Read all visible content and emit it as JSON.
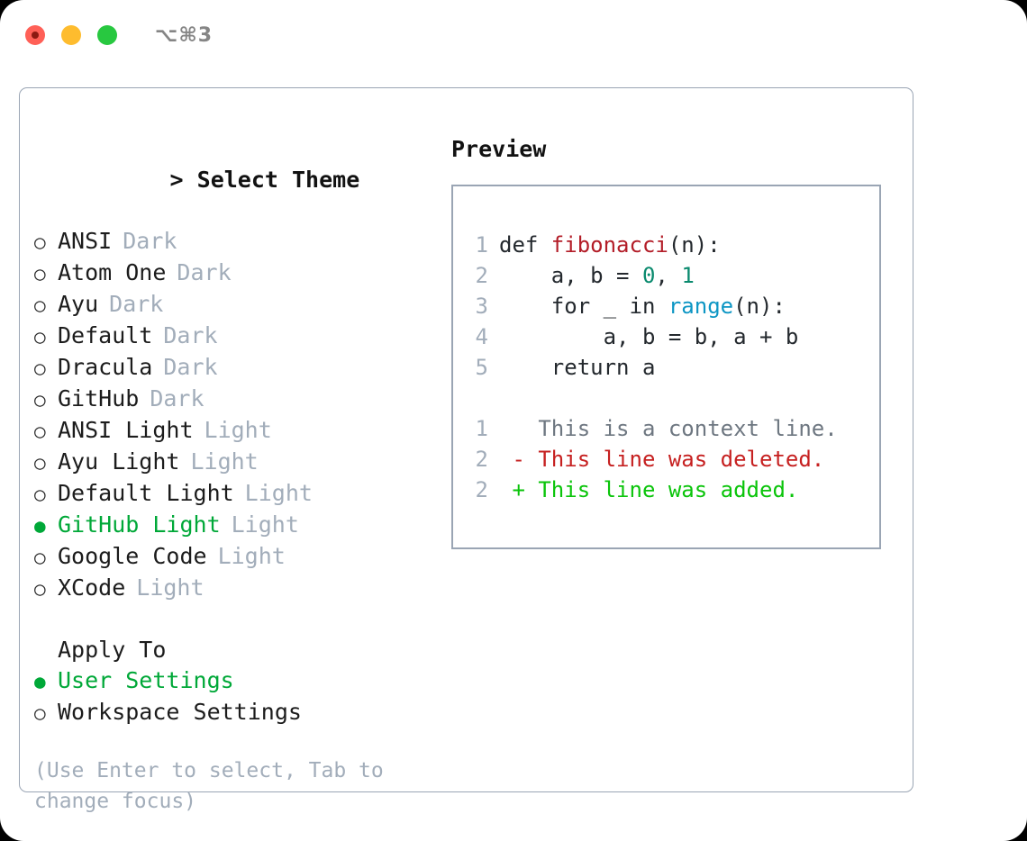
{
  "window": {
    "traffic_lights": [
      "close",
      "minimize",
      "zoom"
    ],
    "shortcut": "⌥⌘3"
  },
  "theme_panel": {
    "title": "> Select Theme",
    "caret": ">",
    "title_text": "Select Theme",
    "marker_off": "○",
    "marker_on": "●",
    "items": [
      {
        "label": "ANSI",
        "tag": "Dark",
        "selected": false
      },
      {
        "label": "Atom One",
        "tag": "Dark",
        "selected": false
      },
      {
        "label": "Ayu",
        "tag": "Dark",
        "selected": false
      },
      {
        "label": "Default",
        "tag": "Dark",
        "selected": false
      },
      {
        "label": "Dracula",
        "tag": "Dark",
        "selected": false
      },
      {
        "label": "GitHub",
        "tag": "Dark",
        "selected": false
      },
      {
        "label": "ANSI Light",
        "tag": "Light",
        "selected": false
      },
      {
        "label": "Ayu Light",
        "tag": "Light",
        "selected": false
      },
      {
        "label": "Default Light",
        "tag": "Light",
        "selected": false
      },
      {
        "label": "GitHub Light",
        "tag": "Light",
        "selected": true
      },
      {
        "label": "Google Code",
        "tag": "Light",
        "selected": false
      },
      {
        "label": "XCode",
        "tag": "Light",
        "selected": false
      }
    ]
  },
  "apply_to": {
    "title": "Apply To",
    "items": [
      {
        "label": "User Settings",
        "selected": true
      },
      {
        "label": "Workspace Settings",
        "selected": false
      }
    ]
  },
  "hint": "(Use Enter to select, Tab to change focus)",
  "preview": {
    "title": "Preview",
    "code_lines": [
      {
        "num": "1",
        "tokens": [
          {
            "text": "def ",
            "type": "kw"
          },
          {
            "text": "fibonacci",
            "type": "fn"
          },
          {
            "text": "(n):",
            "type": "plain"
          }
        ]
      },
      {
        "num": "2",
        "tokens": [
          {
            "text": "    a, b = ",
            "type": "plain"
          },
          {
            "text": "0",
            "type": "num"
          },
          {
            "text": ", ",
            "type": "plain"
          },
          {
            "text": "1",
            "type": "num"
          }
        ]
      },
      {
        "num": "3",
        "tokens": [
          {
            "text": "    for _ in ",
            "type": "kw"
          },
          {
            "text": "range",
            "type": "builtin"
          },
          {
            "text": "(n):",
            "type": "plain"
          }
        ]
      },
      {
        "num": "4",
        "tokens": [
          {
            "text": "        a, b = b, a + b",
            "type": "plain"
          }
        ]
      },
      {
        "num": "5",
        "tokens": [
          {
            "text": "    return a",
            "type": "kw"
          }
        ]
      }
    ],
    "diff_lines": [
      {
        "num": "1",
        "sign": " ",
        "text": " This is a context line.",
        "kind": "ctx"
      },
      {
        "num": "2",
        "sign": "-",
        "text": " This line was deleted.",
        "kind": "del"
      },
      {
        "num": "2",
        "sign": "+",
        "text": " This line was added.",
        "kind": "add"
      }
    ]
  },
  "colors": {
    "accent_green": "#00a838",
    "muted": "#a2adba",
    "border": "#9aa5b4",
    "fn_red": "#b31d28",
    "num_teal": "#0a8a6e",
    "builtin_blue": "#0d96c4",
    "diff_del": "#c62020",
    "diff_add": "#0ac40a",
    "traffic_red": "#ff6057",
    "traffic_yellow": "#febc2e",
    "traffic_green": "#28c840"
  }
}
